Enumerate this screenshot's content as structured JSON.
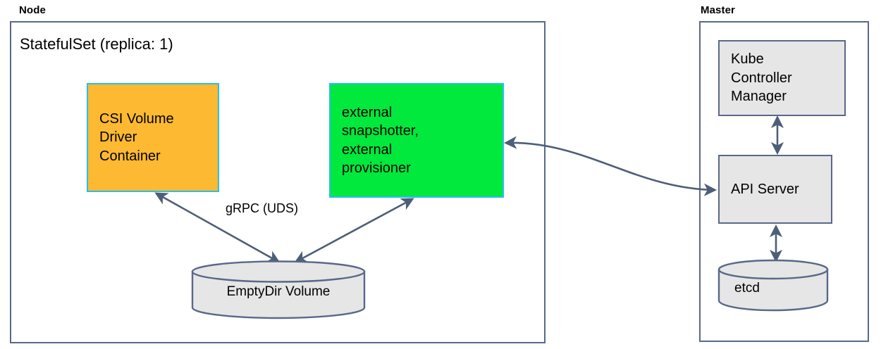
{
  "diagram": {
    "title_node": "Node",
    "title_master": "Master",
    "statefulset_label": "StatefulSet (replica: 1)",
    "nodes": {
      "csi_driver": "CSI Volume\nDriver\nContainer",
      "external_sidecars": "external\nsnapshotter,\nexternal\nprovisioner",
      "emptydir": "EmptyDir Volume",
      "kube_controller_manager": "Kube\nController\nManager",
      "api_server": "API Server",
      "etcd": "etcd"
    },
    "edges": {
      "grpc_uds": "gRPC (UDS)"
    },
    "colors": {
      "orange_fill": "#fcb931",
      "green_fill": "#00e93c",
      "cyan_border": "#29bdf0",
      "gray_fill": "#e6e6e6",
      "slate_border": "#59688a",
      "connector": "#4d5e78",
      "background": "#ffffff"
    }
  }
}
